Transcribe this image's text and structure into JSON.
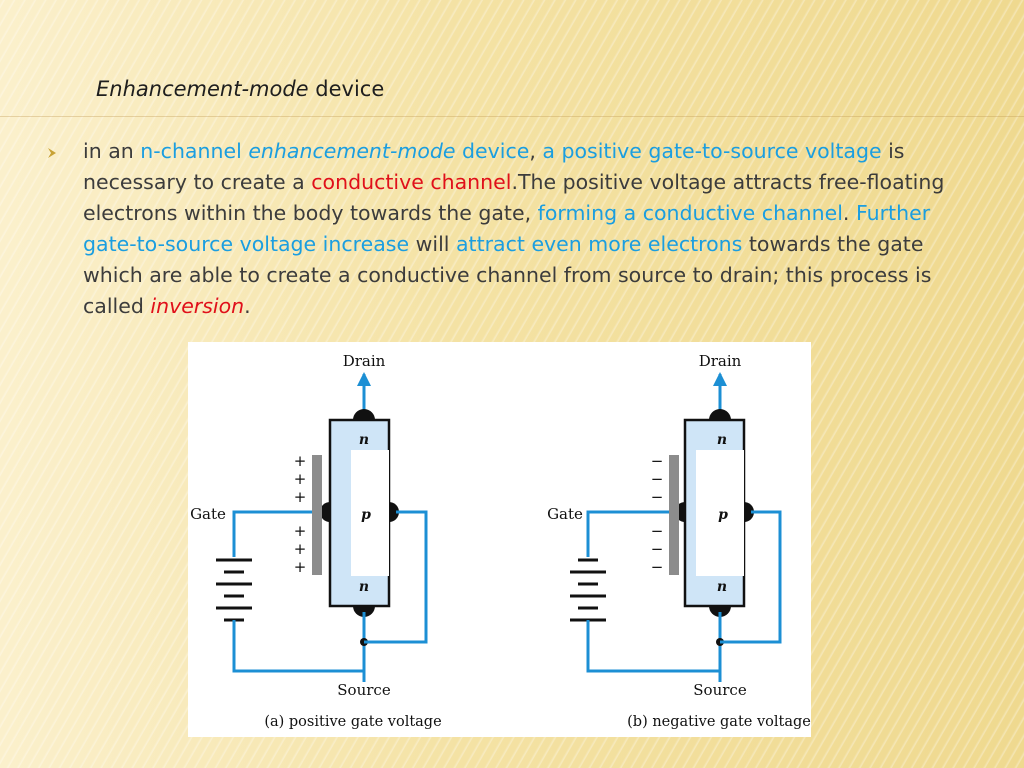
{
  "slide": {
    "title_italic": "Enhancement-mode",
    "title_rest": " device"
  },
  "bullet": {
    "segments": [
      {
        "text": " in an ",
        "style": "plain"
      },
      {
        "text": "n-channel ",
        "style": "blue"
      },
      {
        "text": "enhancement-mode",
        "style": "blue-italic"
      },
      {
        "text": " device",
        "style": "blue"
      },
      {
        "text": ", ",
        "style": "plain"
      },
      {
        "text": "a positive gate-to-source voltage",
        "style": "blue"
      },
      {
        "text": " is necessary to create a ",
        "style": "plain"
      },
      {
        "text": "conductive channel",
        "style": "red"
      },
      {
        "text": ".The positive voltage attracts free-floating electrons within the body towards the gate, ",
        "style": "plain"
      },
      {
        "text": "forming a conductive channel",
        "style": "blue"
      },
      {
        "text": ". ",
        "style": "plain"
      },
      {
        "text": "Further gate-to-source voltage increase",
        "style": "blue"
      },
      {
        "text": " will ",
        "style": "plain"
      },
      {
        "text": "attract even more electrons",
        "style": "blue"
      },
      {
        "text": " towards the gate which are able to create a conductive channel from source to drain; this process is called ",
        "style": "plain"
      },
      {
        "text": "inversion",
        "style": "red-italic"
      },
      {
        "text": ".",
        "style": "plain"
      }
    ]
  },
  "figure": {
    "panel_a": {
      "drain": "Drain",
      "gate": "Gate",
      "source": "Source",
      "n_top": "n",
      "p": "p",
      "n_bottom": "n",
      "sign": "+",
      "caption": "(a) positive gate voltage"
    },
    "panel_b": {
      "drain": "Drain",
      "gate": "Gate",
      "source": "Source",
      "n_top": "n",
      "p": "p",
      "n_bottom": "n",
      "sign": "−",
      "caption": "(b) negative gate voltage"
    }
  },
  "colors": {
    "wire": "#1c8fd4",
    "channel": "#cfe5f7",
    "gate_plate": "#8c8c8c",
    "text_blue": "#1b9ee0",
    "text_red": "#e0101a"
  }
}
